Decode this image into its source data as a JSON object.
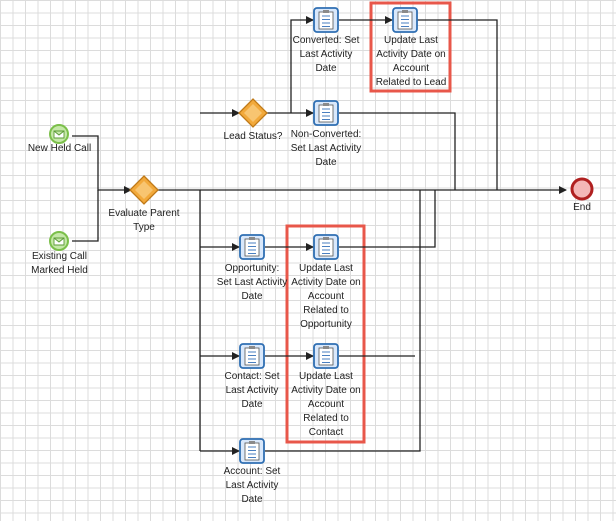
{
  "diagram": {
    "events": {
      "new_held_call": "New Held Call",
      "existing_call": "Existing Call\nMarked Held",
      "end": "End"
    },
    "gateways": {
      "evaluate_parent": "Evaluate Parent\nType",
      "lead_status": "Lead Status?"
    },
    "tasks": {
      "converted": "Converted: Set\nLast Activity\nDate",
      "update_lead": "Update Last\nActivity Date on\nAccount\nRelated to Lead",
      "non_converted": "Non-Converted:\nSet Last Activity\nDate",
      "opportunity": "Opportunity:\nSet Last Activity\nDate",
      "update_opportunity": "Update Last\nActivity Date on\nAccount\nRelated to\nOpportunity",
      "contact": "Contact: Set\nLast Activity\nDate",
      "update_contact": "Update Last\nActivity Date on\nAccount\nRelated to\nContact",
      "account": "Account: Set\nLast Activity\nDate"
    },
    "colors": {
      "start_fill": "#c5e8a8",
      "start_stroke": "#7bbf4a",
      "end_fill": "#f4b7b7",
      "end_stroke": "#b02020",
      "gateway_fill": "#f2a93b",
      "task_fill": "#d9e8fb",
      "task_stroke": "#2f6fb3",
      "highlight": "#e8574a"
    }
  }
}
